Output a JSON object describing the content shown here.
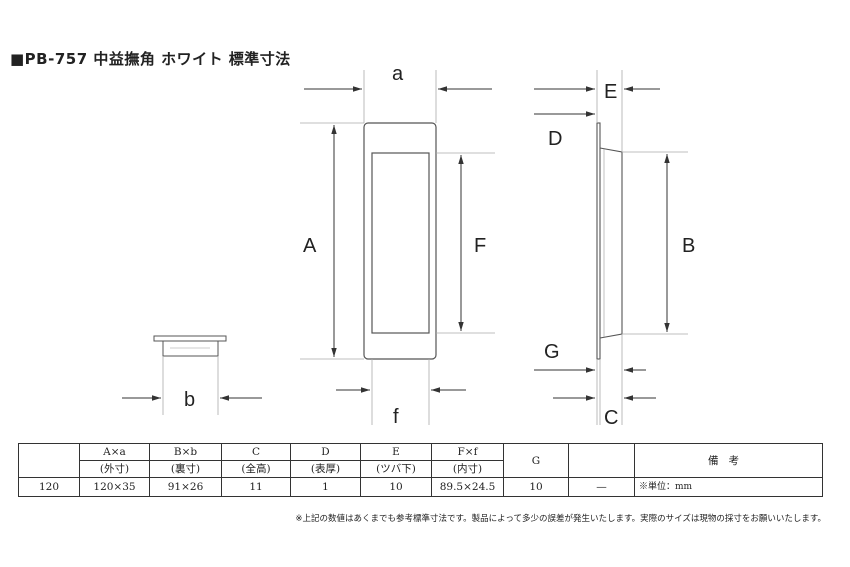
{
  "title": "■PB-757 中益撫角 ホワイト 標準寸法",
  "dimension_labels": {
    "a": "a",
    "A": "A",
    "F": "F",
    "f": "f",
    "b": "b",
    "E": "E",
    "D": "D",
    "B": "B",
    "G": "G",
    "C": "C"
  },
  "table": {
    "header_top": [
      "",
      "A×a",
      "B×b",
      "C",
      "D",
      "E",
      "F×f",
      "G",
      "",
      "備考"
    ],
    "header_sub": [
      "",
      "(外寸)",
      "(裏寸)",
      "(全高)",
      "(表厚)",
      "(ツバ下)",
      "(内寸)",
      "",
      ""
    ],
    "row": [
      "120",
      "120×35",
      "91×26",
      "11",
      "1",
      "10",
      "89.5×24.5",
      "10",
      "—",
      "※単位：mm"
    ]
  },
  "footnote": "※上記の数値はあくまでも参考標準寸法です。製品によって多少の誤差が発生いたします。実際のサイズは現物の採寸をお願いいたします。"
}
